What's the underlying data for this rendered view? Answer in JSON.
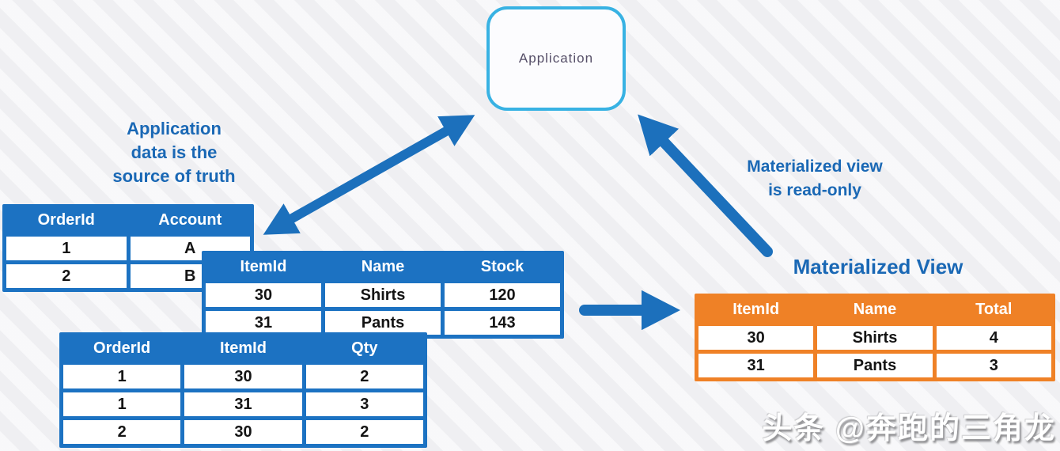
{
  "application_box": {
    "label": "Application"
  },
  "labels": {
    "source_of_truth": {
      "line1": "Application",
      "line2": "data is the",
      "line3": "source of truth"
    },
    "read_only": {
      "line1": "Materialized view",
      "line2": "is read-only"
    },
    "materialized_view_title": "Materialized View"
  },
  "tables": {
    "orders": {
      "headers": [
        "OrderId",
        "Account"
      ],
      "rows": [
        [
          "1",
          "A"
        ],
        [
          "2",
          "B"
        ]
      ]
    },
    "items": {
      "headers": [
        "ItemId",
        "Name",
        "Stock"
      ],
      "rows": [
        [
          "30",
          "Shirts",
          "120"
        ],
        [
          "31",
          "Pants",
          "143"
        ]
      ]
    },
    "order_items": {
      "headers": [
        "OrderId",
        "ItemId",
        "Qty"
      ],
      "rows": [
        [
          "1",
          "30",
          "2"
        ],
        [
          "1",
          "31",
          "3"
        ],
        [
          "2",
          "30",
          "2"
        ]
      ]
    },
    "materialized_view": {
      "headers": [
        "ItemId",
        "Name",
        "Total"
      ],
      "rows": [
        [
          "30",
          "Shirts",
          "4"
        ],
        [
          "31",
          "Pants",
          "3"
        ]
      ]
    }
  },
  "icons": {
    "sync_arrow": "bidirectional-arrow",
    "read_arrow": "arrow-to-application",
    "build_arrow": "arrow-to-materialized-view"
  },
  "watermark": "头条 @奔跑的三角龙",
  "colors": {
    "table_blue": "#1c72c2",
    "table_orange": "#ef8126",
    "arrow_blue": "#1c70bc",
    "label_blue": "#1a68b5",
    "app_border_cyan": "#38b2e3"
  }
}
